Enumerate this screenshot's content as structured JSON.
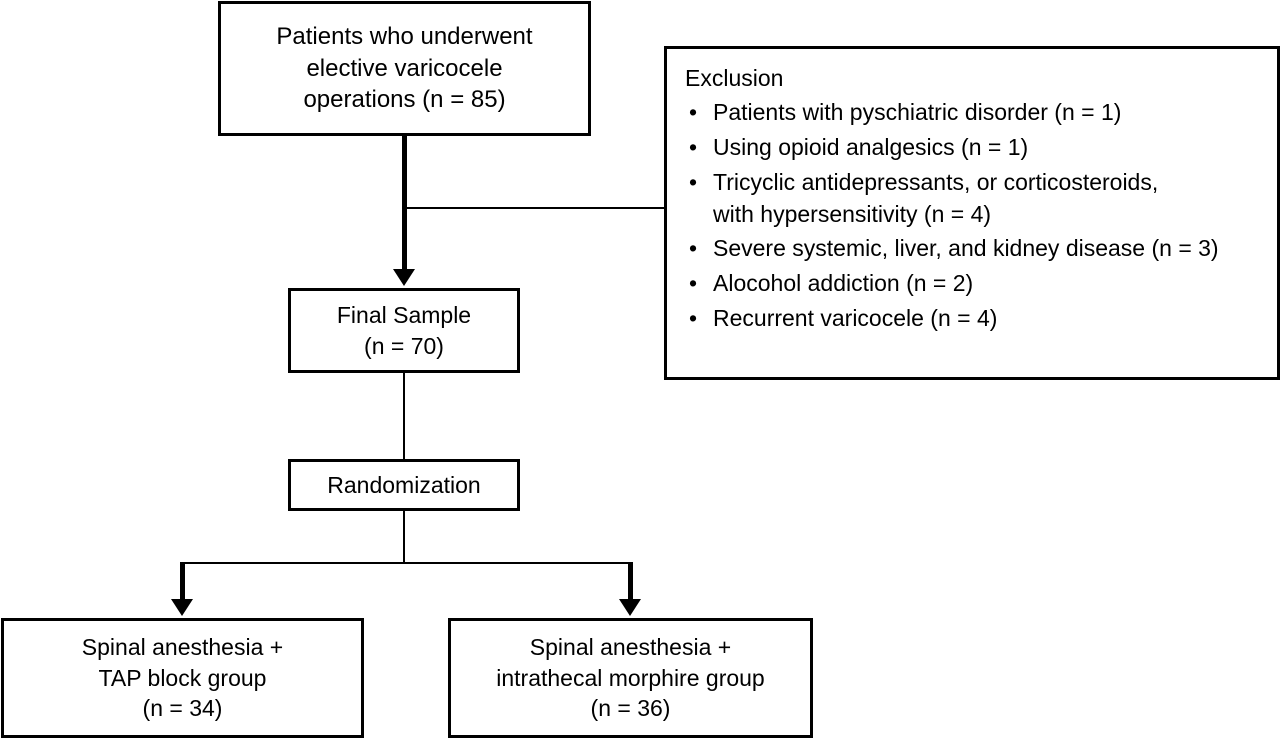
{
  "diagram": {
    "title": "CONSORT-style participant flow diagram",
    "nodes": {
      "enrollment": {
        "lines": [
          "Patients who underwent",
          "elective varicocele",
          "operations (n = 85)"
        ]
      },
      "exclusion": {
        "heading": "Exclusion",
        "items": [
          {
            "line1": "Patients with pyschiatric disorder (n = 1)",
            "line2": ""
          },
          {
            "line1": "Using opioid analgesics (n = 1)",
            "line2": ""
          },
          {
            "line1": "Tricyclic antidepressants, or corticosteroids,",
            "line2": "with hypersensitivity (n = 4)"
          },
          {
            "line1": "Severe systemic, liver, and kidney disease (n = 3)",
            "line2": ""
          },
          {
            "line1": "Alocohol addiction (n = 2)",
            "line2": ""
          },
          {
            "line1": "Recurrent varicocele (n = 4)",
            "line2": ""
          }
        ],
        "bullet_glyph": "•"
      },
      "final_sample": {
        "lines": [
          "Final Sample",
          "(n = 70)"
        ]
      },
      "randomization": {
        "lines": [
          "Randomization"
        ]
      },
      "group_tap": {
        "lines": [
          "Spinal anesthesia +",
          "TAP block group",
          "(n = 34)"
        ]
      },
      "group_morphine": {
        "lines": [
          "Spinal anesthesia +",
          "intrathecal morphire group",
          "(n = 36)"
        ]
      }
    },
    "colors": {
      "stroke": "#000000",
      "background": "#ffffff",
      "text": "#000000"
    }
  }
}
